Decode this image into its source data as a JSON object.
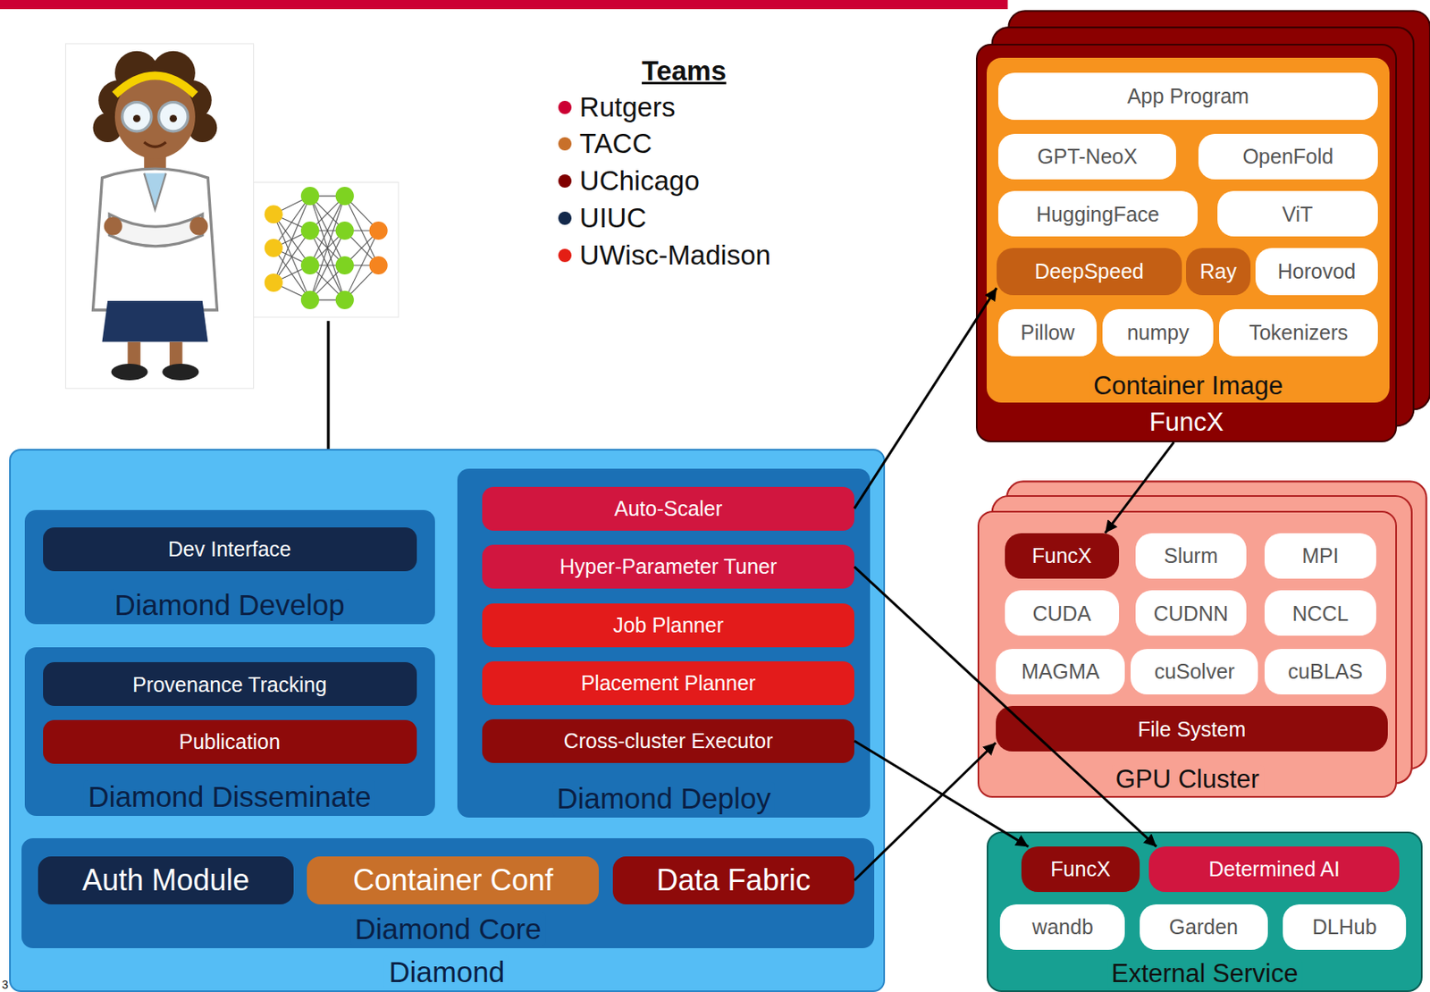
{
  "diagram": {
    "nodes": [
      {
        "text": [
          "Diamond"
        ]
      },
      {
        "text": [
          "Diamond Develop"
        ],
        "in": 0
      },
      {
        "text": [
          "Dev Interface"
        ],
        "in": 1
      },
      {
        "text": [
          "Diamond Disseminate"
        ],
        "in": 0
      },
      {
        "text": [
          "Provenance Tracking"
        ],
        "in": 3
      },
      {
        "text": [
          "Publication"
        ],
        "in": 3
      },
      {
        "text": [
          "Diamond Deploy"
        ],
        "in": 0
      },
      {
        "text": [
          "Auto-Scaler"
        ],
        "in": 6
      },
      {
        "text": [
          "Hyper-Parameter Tuner"
        ],
        "in": 6
      },
      {
        "text": [
          "Job Planner"
        ],
        "in": 6
      },
      {
        "text": [
          "Placement Planner"
        ],
        "in": 6
      },
      {
        "text": [
          "Cross-cluster Executor"
        ],
        "in": 6
      },
      {
        "text": [
          "Diamond Core"
        ],
        "in": 0
      },
      {
        "text": [
          "Auth Module"
        ],
        "in": 12
      },
      {
        "text": [
          "Container Conf"
        ],
        "in": 12
      },
      {
        "text": [
          "Data Fabric"
        ],
        "in": 12
      },
      {
        "text": [
          "FuncX"
        ]
      },
      {
        "text": [
          "Container Image"
        ],
        "in": 16
      },
      {
        "text": [
          "App Program"
        ],
        "in": 17
      },
      {
        "text": [
          "GPT-NeoX"
        ],
        "in": 17
      },
      {
        "text": [
          "OpenFold"
        ],
        "in": 17
      },
      {
        "text": [
          "HuggingFace"
        ],
        "in": 17
      },
      {
        "text": [
          "ViT"
        ],
        "in": 17
      },
      {
        "text": [
          "DeepSpeed"
        ],
        "in": 17
      },
      {
        "text": [
          "Ray"
        ],
        "in": 17
      },
      {
        "text": [
          "Horovod"
        ],
        "in": 17
      },
      {
        "text": [
          "Pillow"
        ],
        "in": 17
      },
      {
        "text": [
          "numpy"
        ],
        "in": 17
      },
      {
        "text": [
          "Tokenizers"
        ],
        "in": 17
      },
      {
        "text": [
          "GPU Cluster"
        ]
      },
      {
        "text": [
          "FuncX"
        ],
        "in": 29
      },
      {
        "text": [
          "Slurm"
        ],
        "in": 29
      },
      {
        "text": [
          "MPI"
        ],
        "in": 29
      },
      {
        "text": [
          "CUDA"
        ],
        "in": 29
      },
      {
        "text": [
          "CUDNN"
        ],
        "in": 29
      },
      {
        "text": [
          "NCCL"
        ],
        "in": 29
      },
      {
        "text": [
          "MAGMA"
        ],
        "in": 29
      },
      {
        "text": [
          "cuSolver"
        ],
        "in": 29
      },
      {
        "text": [
          "cuBLAS"
        ],
        "in": 29
      },
      {
        "text": [
          "File System"
        ],
        "in": 29
      },
      {
        "text": [
          "External Service"
        ]
      },
      {
        "text": [
          "FuncX"
        ],
        "in": 40
      },
      {
        "text": [
          "Determined AI"
        ],
        "in": 40
      },
      {
        "text": [
          "wandb"
        ],
        "in": 40
      },
      {
        "text": [
          "Garden"
        ],
        "in": 40
      },
      {
        "text": [
          "DLHub"
        ],
        "in": 40
      }
    ],
    "edges": [
      {
        "from": 7,
        "to": 23,
        "arrow": "to"
      },
      {
        "from": 16,
        "to": 30,
        "arrow": "to"
      },
      {
        "from": 8,
        "to": 42,
        "arrow": "to"
      },
      {
        "from": 11,
        "to": 41,
        "arrow": "to"
      },
      {
        "from": 15,
        "to": 39,
        "arrow": "to"
      }
    ],
    "labels": [
      "Teams",
      "3"
    ],
    "legend": [
      {
        "text": "Rutgers",
        "color": "#cc0033"
      },
      {
        "text": "TACC",
        "color": "#c8702a"
      },
      {
        "text": "UChicago",
        "color": "#800000"
      },
      {
        "text": "UIUC",
        "color": "#13294b"
      },
      {
        "text": "UWisc-Madison",
        "color": "#e41e14"
      }
    ]
  }
}
